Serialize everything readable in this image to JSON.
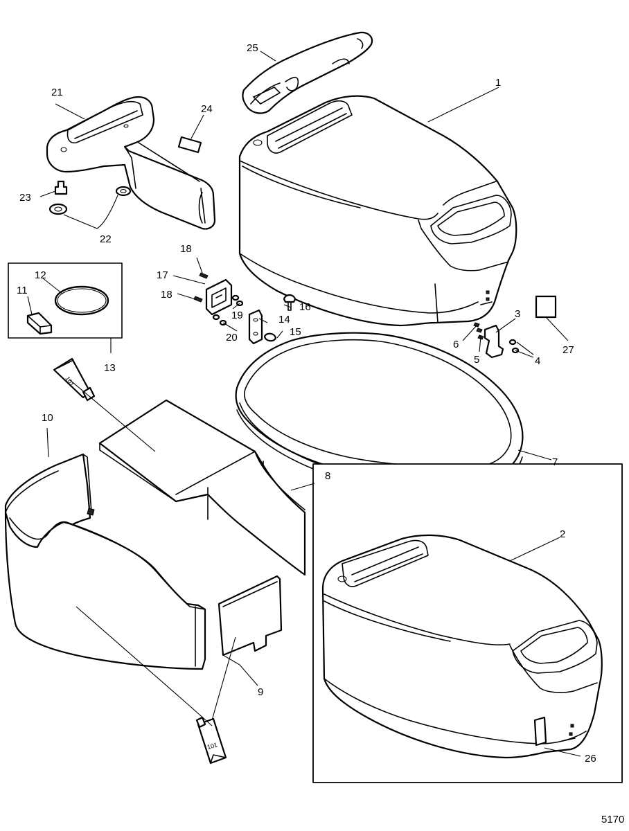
{
  "figure_number": "5170",
  "callouts": [
    {
      "id": "c1",
      "label": "1"
    },
    {
      "id": "c2",
      "label": "2"
    },
    {
      "id": "c3",
      "label": "3"
    },
    {
      "id": "c4",
      "label": "4"
    },
    {
      "id": "c5",
      "label": "5"
    },
    {
      "id": "c6",
      "label": "6"
    },
    {
      "id": "c7",
      "label": "7"
    },
    {
      "id": "c8",
      "label": "8"
    },
    {
      "id": "c9",
      "label": "9"
    },
    {
      "id": "c10",
      "label": "10"
    },
    {
      "id": "c11",
      "label": "11"
    },
    {
      "id": "c12",
      "label": "12"
    },
    {
      "id": "c13",
      "label": "13"
    },
    {
      "id": "c14",
      "label": "14"
    },
    {
      "id": "c15",
      "label": "15"
    },
    {
      "id": "c16",
      "label": "16"
    },
    {
      "id": "c17",
      "label": "17"
    },
    {
      "id": "c18a",
      "label": "18"
    },
    {
      "id": "c18b",
      "label": "18"
    },
    {
      "id": "c19",
      "label": "19"
    },
    {
      "id": "c20",
      "label": "20"
    },
    {
      "id": "c21",
      "label": "21"
    },
    {
      "id": "c22",
      "label": "22"
    },
    {
      "id": "c23",
      "label": "23"
    },
    {
      "id": "c24",
      "label": "24"
    },
    {
      "id": "c25",
      "label": "25"
    },
    {
      "id": "c26",
      "label": "26"
    },
    {
      "id": "c27",
      "label": "27"
    }
  ],
  "sealant_tubes": [
    {
      "id": "t1",
      "label": "101"
    },
    {
      "id": "t2",
      "label": "101"
    }
  ]
}
